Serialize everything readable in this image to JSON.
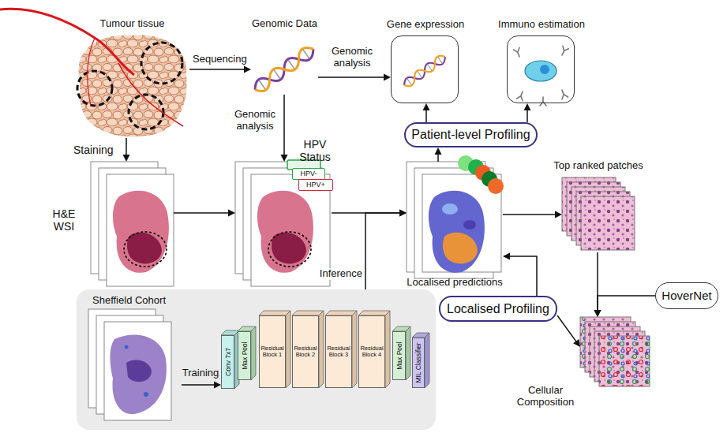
{
  "diagram": {
    "nodes": [
      {
        "text": [
          "Tumour tissue"
        ]
      },
      {
        "text": [
          "Genomic Data"
        ]
      },
      {
        "text": [
          "Gene expression"
        ]
      },
      {
        "text": [
          "Immuno estimation"
        ]
      },
      {
        "text": [
          "H&E WSI"
        ]
      },
      {
        "text": [
          "HPV Status"
        ]
      },
      {
        "text": [
          "HPV-"
        ],
        "in": 5
      },
      {
        "text": [
          "HPV+"
        ],
        "in": 5
      },
      {
        "text": [
          "Patient-level Profiling"
        ]
      },
      {
        "text": [
          "Localised predictions"
        ]
      },
      {
        "text": [
          "Top ranked patches"
        ]
      },
      {
        "text": [
          "HoverNet"
        ]
      },
      {
        "text": [
          "Localised Profiling"
        ]
      },
      {
        "text": [
          "Cellular Composition"
        ]
      },
      {
        "text": [
          "Sheffield Cohort"
        ]
      },
      {
        "text": [
          "Conv 7x7"
        ],
        "in": 14
      },
      {
        "text": [
          "Max Pool"
        ],
        "in": 14
      },
      {
        "text": [
          "Residual Block 1"
        ],
        "in": 14
      },
      {
        "text": [
          "Residual Block 2"
        ],
        "in": 14
      },
      {
        "text": [
          "Residual Block 3"
        ],
        "in": 14
      },
      {
        "text": [
          "Residual Block 4"
        ],
        "in": 14
      },
      {
        "text": [
          "Max Pool"
        ],
        "in": 14
      },
      {
        "text": [
          "MIL Classifier"
        ],
        "in": 14
      }
    ],
    "edges": [
      {
        "from": 0,
        "to": 1,
        "label": "Sequencing",
        "arrow": "to"
      },
      {
        "from": 1,
        "to": 2,
        "label": "Genomic analysis",
        "arrow": "to"
      },
      {
        "from": 1,
        "to": 5,
        "label": "Genomic analysis",
        "arrow": "to"
      },
      {
        "from": 0,
        "to": 4,
        "label": "Staining",
        "arrow": "to"
      },
      {
        "from": 4,
        "to": 5,
        "arrow": "to"
      },
      {
        "from": 5,
        "to": 9,
        "arrow": "to"
      },
      {
        "from": 14,
        "to": 9,
        "label": "Inference",
        "arrow": "to"
      },
      {
        "from": 8,
        "to": 2,
        "arrow": "to"
      },
      {
        "from": 8,
        "to": 3,
        "arrow": "to"
      },
      {
        "from": 9,
        "to": 8,
        "arrow": "to"
      },
      {
        "from": 9,
        "to": 10,
        "arrow": "to"
      },
      {
        "from": 10,
        "to": 13,
        "arrow": "to"
      },
      {
        "from": 11,
        "to": 13,
        "arrow": "to"
      },
      {
        "from": 12,
        "to": 9,
        "arrow": "to"
      },
      {
        "from": 12,
        "to": 13,
        "arrow": "to"
      }
    ],
    "labels": [
      "Training"
    ]
  }
}
